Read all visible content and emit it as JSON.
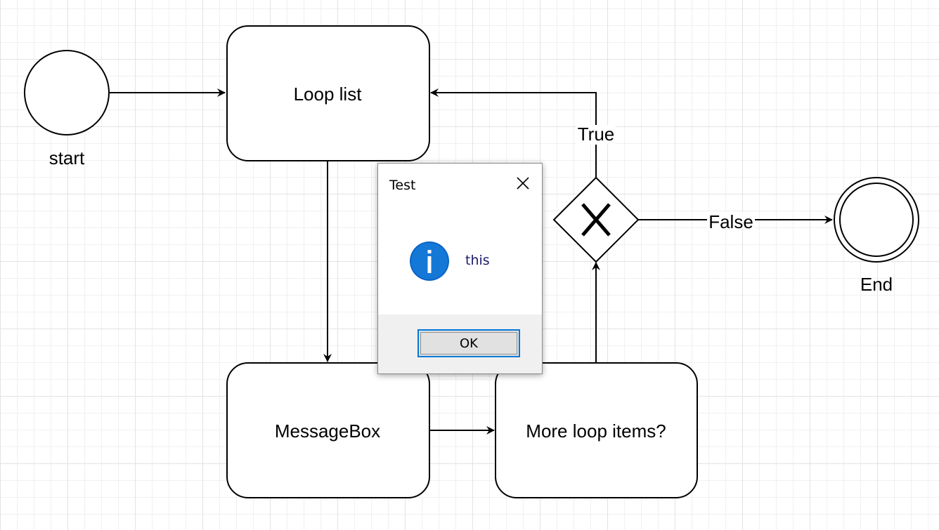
{
  "diagram": {
    "start_label": "start",
    "loop_list_label": "Loop list",
    "messagebox_label": "MessageBox",
    "more_items_label": "More loop items?",
    "end_label": "End",
    "edge_true_label": "True",
    "edge_false_label": "False",
    "gateway_icon": "x-mark-icon"
  },
  "dialog": {
    "title": "Test",
    "message": "this",
    "ok_label": "OK",
    "icon": "info-icon",
    "close_icon": "close-icon",
    "accent_color": "#0078d7"
  }
}
